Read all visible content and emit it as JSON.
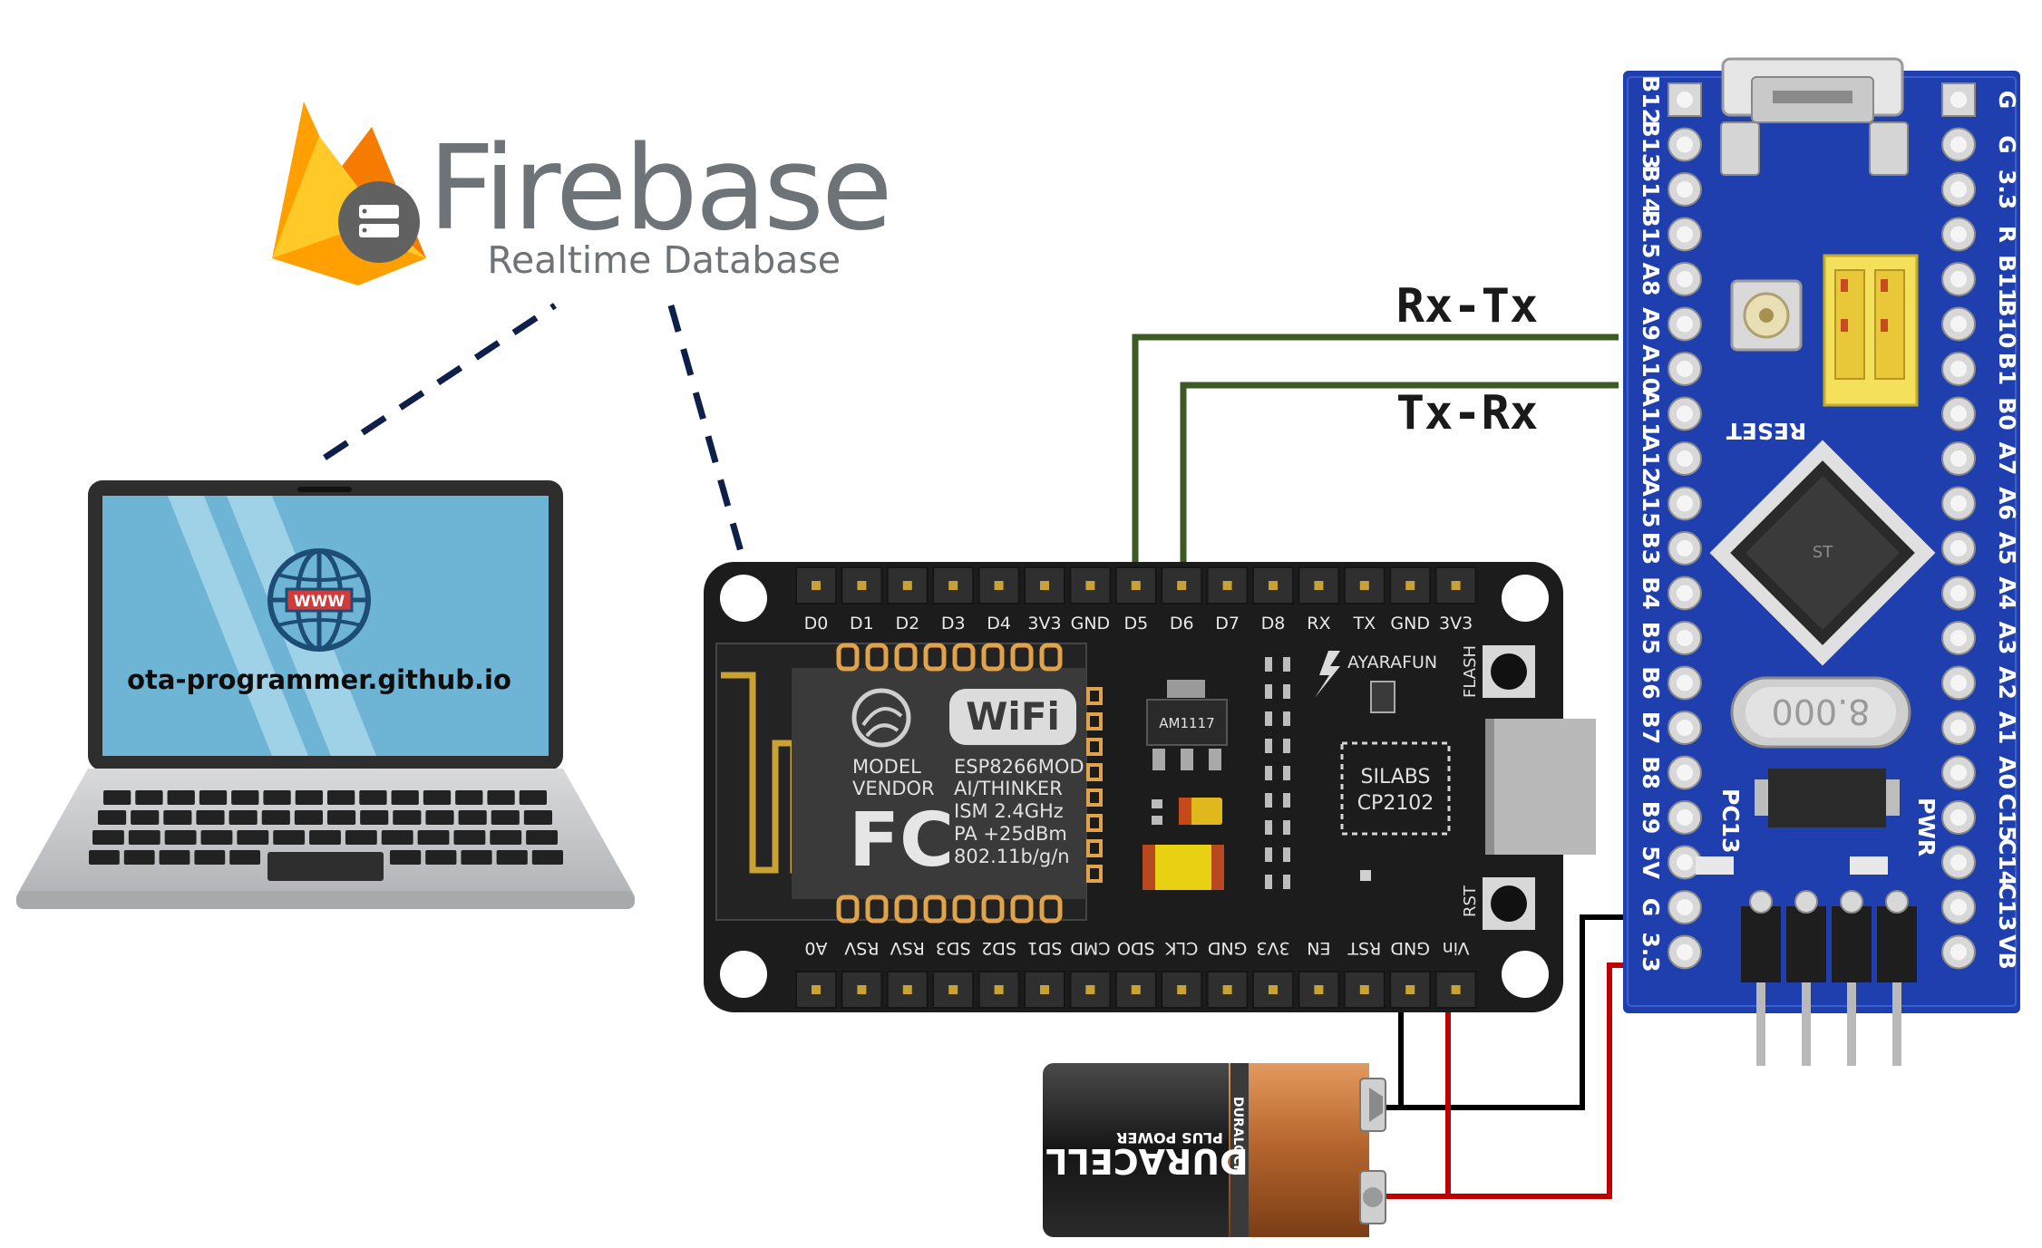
{
  "firebase": {
    "title": "Firebase",
    "subtitle": "Realtime Database",
    "brand_colors": [
      "#ffa000",
      "#f57c00",
      "#ffca28"
    ]
  },
  "laptop": {
    "url": "ota-programmer.github.io",
    "globe_badge": "WWW",
    "screen_color": "#6eb4d4"
  },
  "wire_labels": {
    "rx_tx": "Rx-Tx",
    "tx_rx": "Tx-Rx"
  },
  "esp_board": {
    "top_pins": [
      "D0",
      "D1",
      "D2",
      "D3",
      "D4",
      "3V3",
      "GND",
      "D5",
      "D6",
      "D7",
      "D8",
      "RX",
      "TX",
      "GND",
      "3V3"
    ],
    "bottom_pins": [
      "A0",
      "RSV",
      "RSV",
      "SD3",
      "SD2",
      "SD1",
      "CMD",
      "SDO",
      "CLK",
      "GND",
      "3V3",
      "EN",
      "RST",
      "GND",
      "Vin"
    ],
    "module": {
      "wifi_badge": "WiFi",
      "fcc_mark": "FC",
      "model_label": "MODEL",
      "vendor_label": "VENDOR",
      "model_value": "ESP8266MOD",
      "vendor_value": "AI/THINKER",
      "specs": [
        "ISM 2.4GHz",
        "PA +25dBm",
        "802.11b/g/n"
      ]
    },
    "regulator": "AM1117",
    "usb_chip": [
      "SILABS",
      "CP2102"
    ],
    "brand": "AYARAFUN",
    "button_flash": "FLASH",
    "button_rst": "RST"
  },
  "stm32_board": {
    "left_pins": [
      "B12",
      "B13",
      "B14",
      "B15",
      "A8",
      "A9",
      "A10",
      "A11",
      "A12",
      "A15",
      "B3",
      "B4",
      "B5",
      "B6",
      "B7",
      "B8",
      "B9",
      "5V",
      "G",
      "3.3"
    ],
    "right_pins": [
      "G",
      "G",
      "3.3",
      "R",
      "B11",
      "B10",
      "B1",
      "B0",
      "A7",
      "A6",
      "A5",
      "A4",
      "A3",
      "A2",
      "A1",
      "A0",
      "C15",
      "C14",
      "C13",
      "VB"
    ],
    "reset_label": "RESET",
    "crystal": "8.000",
    "pc13_label": "PC13",
    "pwr_label": "PWR"
  },
  "battery": {
    "brand": "DURACELL",
    "tagline": "PLUS POWER",
    "side_text": "DURALOCK"
  },
  "colors": {
    "esp_pcb": "#1c1c1c",
    "stm_pcb": "#1f3fae",
    "uart_wire": "#3c5a24",
    "dashed_link": "#0e1f4a",
    "gnd_wire": "#000000",
    "vcc_wire": "#c00000"
  }
}
